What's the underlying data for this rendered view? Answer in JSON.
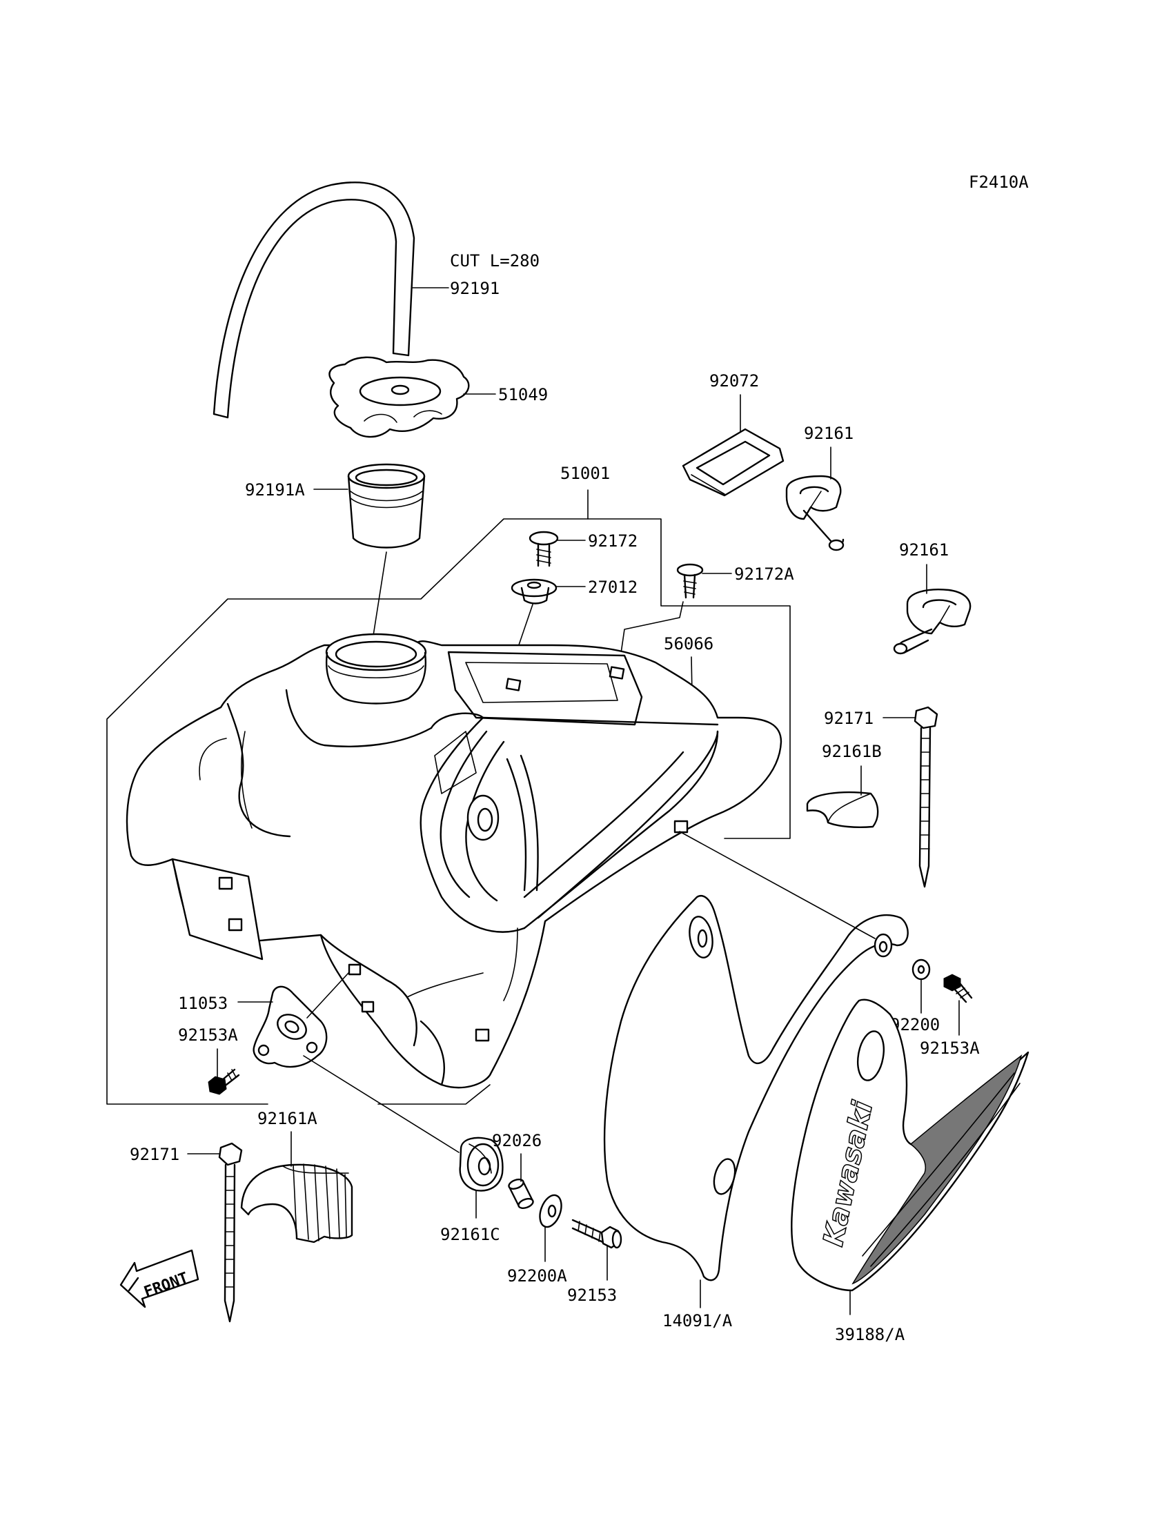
{
  "figure_code": "F2410A",
  "cut_note": "CUT L=280",
  "front_label": "FRONT",
  "decal_brand": "Kawasaki",
  "parts": {
    "p92191": "92191",
    "p51049": "51049",
    "p92191A": "92191A",
    "p51001": "51001",
    "p92172": "92172",
    "p27012": "27012",
    "p92172A": "92172A",
    "p56066": "56066",
    "p92072": "92072",
    "p92161_top": "92161",
    "p92161_mid": "92161",
    "p92171_right": "92171",
    "p92161B": "92161B",
    "p11053": "11053",
    "p92153A_left": "92153A",
    "p92200": "92200",
    "p92153A_right": "92153A",
    "p92161A": "92161A",
    "p92171_left": "92171",
    "p92026": "92026",
    "p92161C": "92161C",
    "p92200A": "92200A",
    "p92153": "92153",
    "p14091A": "14091/A",
    "p39188A": "39188/A"
  }
}
